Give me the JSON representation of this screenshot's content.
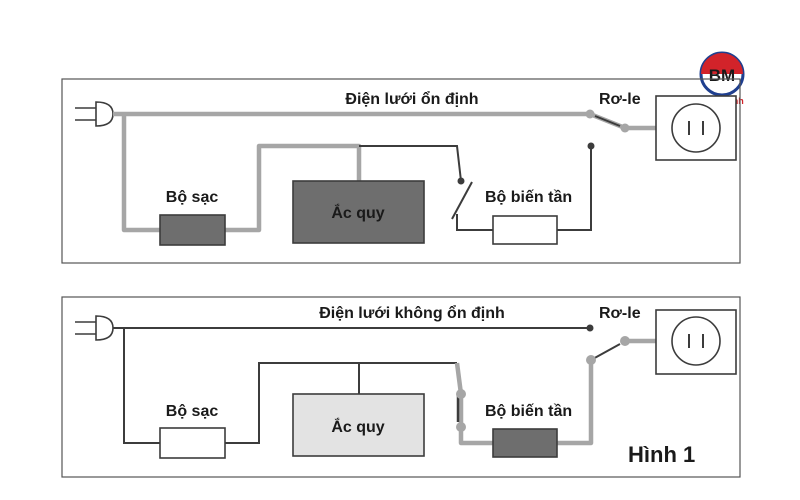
{
  "logo": {
    "initials": "BM",
    "brand": "Binhminh",
    "colors": {
      "red": "#d2232a",
      "blue": "#1f3f8f"
    }
  },
  "diagrams": [
    {
      "grid_label": "Điện lưới ổn định",
      "relay_label": "Rơ-le",
      "charger_label": "Bộ sạc",
      "battery_label": "Ắc quy",
      "inverter_label": "Bộ biến tần",
      "active_path": "grid"
    },
    {
      "grid_label": "Điện lưới không ổn định",
      "relay_label": "Rơ-le",
      "charger_label": "Bộ sạc",
      "battery_label": "Ắc quy",
      "inverter_label": "Bộ biến tần",
      "active_path": "battery"
    }
  ],
  "figure_label": "Hình 1",
  "colors": {
    "active_wire": "#a6a6a6",
    "inactive_wire": "#3c3c3c",
    "active_box": "#6e6e6e",
    "inactive_box": "#e3e3e3",
    "frame": "#555555"
  }
}
